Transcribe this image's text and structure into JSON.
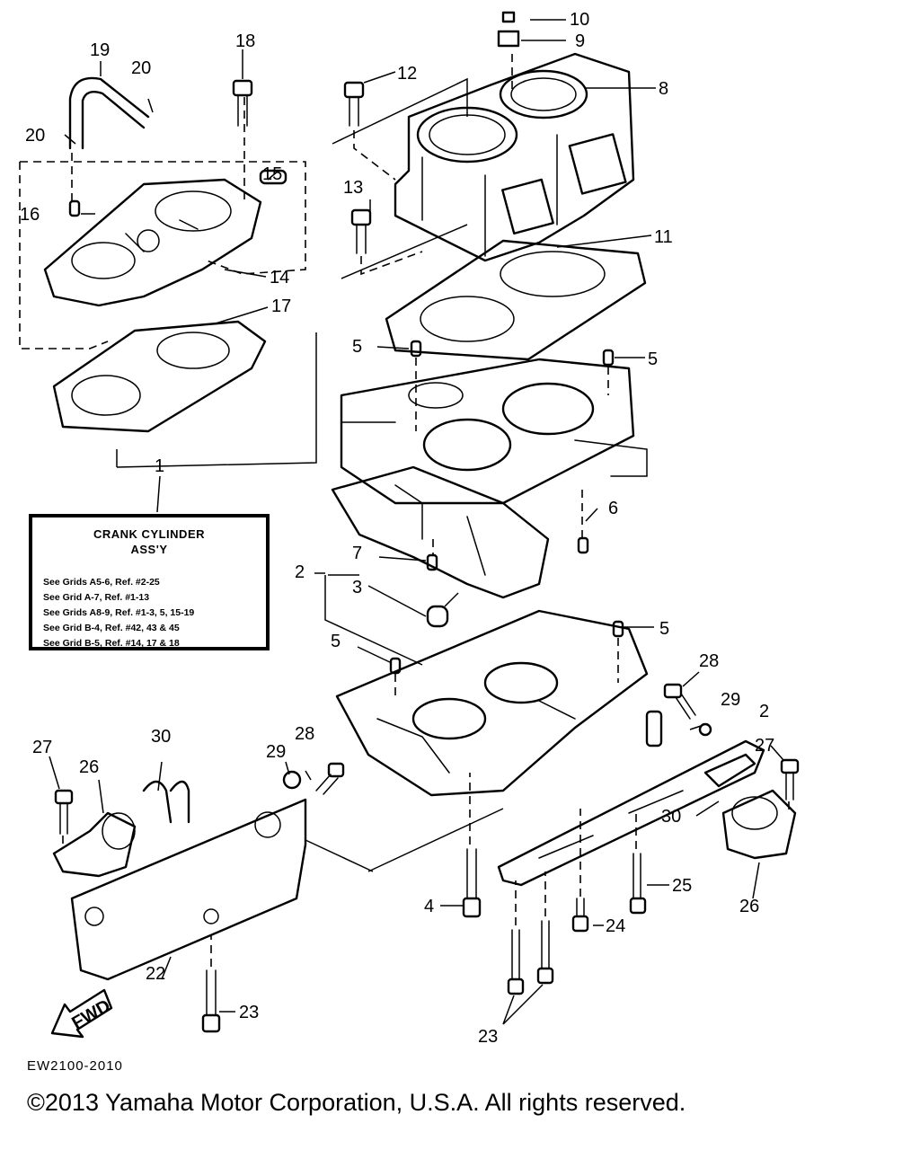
{
  "legend": {
    "title_line1": "CRANK CYLINDER",
    "title_line2": "ASS'Y",
    "lines": [
      "See Grids A5-6, Ref. #2-25",
      "See Grid A-7, Ref. #1-13",
      "See Grids A8-9, Ref. #1-3, 5, 15-19",
      "See Grid B-4, Ref. #42, 43 & 45",
      "See Grid B-5, Ref. #14, 17 & 18"
    ]
  },
  "callouts": {
    "c1": "1",
    "c2a": "2",
    "c2b": "2",
    "c3": "3",
    "c4": "4",
    "c5a": "5",
    "c5b": "5",
    "c5c": "5",
    "c5d": "5",
    "c6": "6",
    "c7": "7",
    "c8": "8",
    "c9": "9",
    "c10": "10",
    "c11": "11",
    "c12": "12",
    "c13": "13",
    "c14": "14",
    "c15": "15",
    "c16": "16",
    "c17": "17",
    "c18": "18",
    "c19": "19",
    "c20a": "20",
    "c20b": "20",
    "c22": "22",
    "c23a": "23",
    "c23b": "23",
    "c24": "24",
    "c25": "25",
    "c26a": "26",
    "c26b": "26",
    "c27a": "27",
    "c27b": "27",
    "c28a": "28",
    "c28b": "28",
    "c29a": "29",
    "c29b": "29",
    "c30a": "30",
    "c30b": "30"
  },
  "fwd_label": "FWD",
  "drawing_code": "EW2100-2010",
  "copyright": "©2013 Yamaha Motor Corporation, U.S.A. All rights reserved."
}
